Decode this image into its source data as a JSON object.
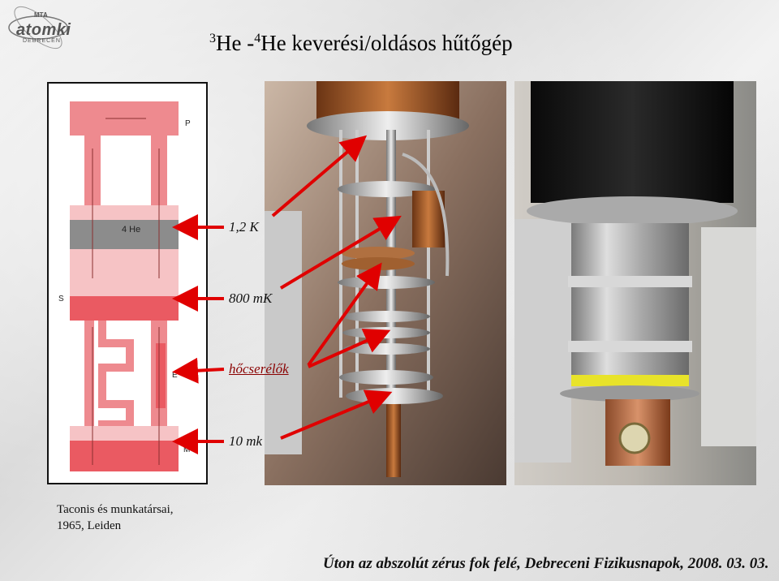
{
  "logo": {
    "top": "MTA",
    "main": "atomki",
    "sub": "DEBRECEN"
  },
  "title": {
    "sup1": "3",
    "part1": "He -",
    "sup2": "4",
    "part2": "He keverési/oldásos hűtőgép"
  },
  "schematic": {
    "he4_label": "4 He",
    "p": "P",
    "s": "S",
    "m": "M",
    "e": "E"
  },
  "labels": {
    "t1": "1,2 K",
    "t2": "800 mK",
    "t3": "hőcserélők",
    "t4": "10 mk"
  },
  "credit": {
    "line1": "Taconis és munkatársai,",
    "line2": "1965, Leiden"
  },
  "footer": "Úton az abszolút zérus fok felé,  Debreceni Fizikusnapok, 2008. 03. 03.",
  "colors": {
    "arrow": "#e00000",
    "pink": "#ee8a8f",
    "pink_light": "#f6c3c5",
    "gray_band": "#8c8c8c"
  }
}
